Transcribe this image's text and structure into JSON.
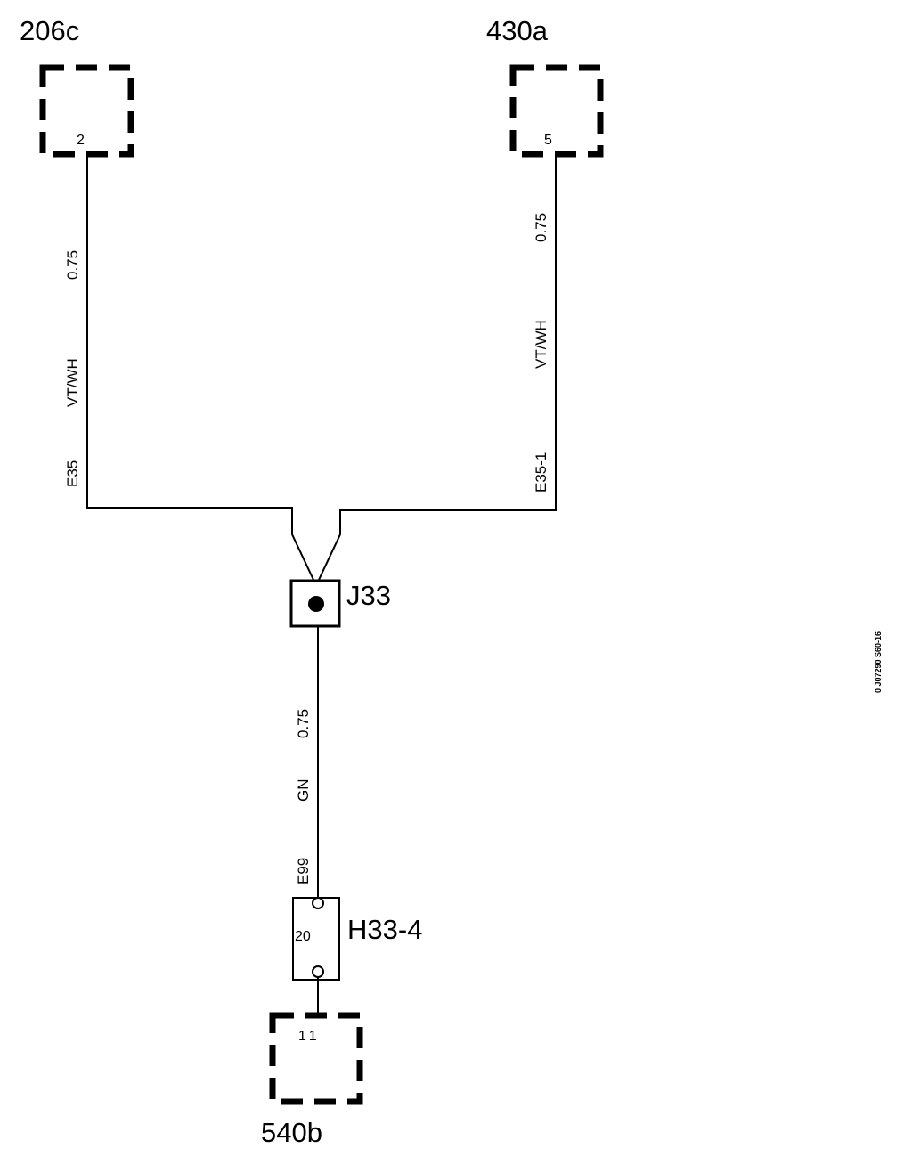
{
  "components": {
    "c206c": {
      "name": "206c",
      "pin": "2"
    },
    "c430a": {
      "name": "430a",
      "pin": "5"
    },
    "splice": {
      "name": "J33"
    },
    "connector": {
      "name": "H33-4",
      "pin": "20"
    },
    "c540b": {
      "name": "540b",
      "pin": "11"
    }
  },
  "wires": {
    "left": {
      "id": "E35",
      "color": "VT/WH",
      "gauge": "0.75"
    },
    "right": {
      "id": "E35-1",
      "color": "VT/WH",
      "gauge": "0.75"
    },
    "bottom": {
      "id": "E99",
      "color": "GN",
      "gauge": "0.75"
    }
  },
  "reference": "0 J07290 S60-16"
}
